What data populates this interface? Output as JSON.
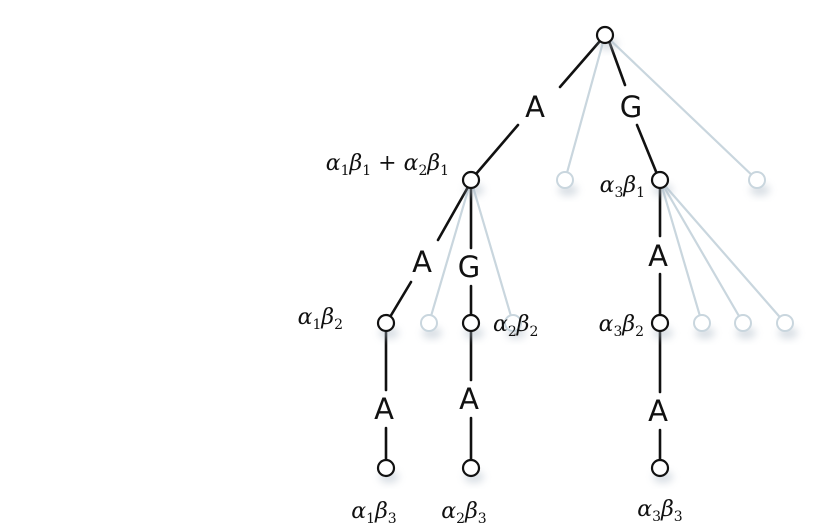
{
  "edge_labels": {
    "root_a": "A",
    "root_g": "G",
    "l1_a": "A",
    "l1_g": "G",
    "l2_left_a": "A",
    "l2_mid_a": "A",
    "right_l1_a": "A",
    "right_l2_a": "A"
  },
  "node_labels": {
    "n1": {
      "t1": "α",
      "s1": "1",
      "t2": "β",
      "s2": "1",
      "op": " + ",
      "t3": "α",
      "s3": "2",
      "t4": "β",
      "s4": "1"
    },
    "n_right1": {
      "t1": "α",
      "s1": "3",
      "t2": "β",
      "s2": "1"
    },
    "n_left2": {
      "t1": "α",
      "s1": "1",
      "t2": "β",
      "s2": "2"
    },
    "n_mid2": {
      "t1": "α",
      "s1": "2",
      "t2": "β",
      "s2": "2"
    },
    "n_right2": {
      "t1": "α",
      "s1": "3",
      "t2": "β",
      "s2": "2"
    },
    "n_left3": {
      "t1": "α",
      "s1": "1",
      "t2": "β",
      "s2": "3"
    },
    "n_mid3": {
      "t1": "α",
      "s1": "2",
      "t2": "β",
      "s2": "3"
    },
    "n_right3": {
      "t1": "α",
      "s1": "3",
      "t2": "β",
      "s2": "3"
    }
  },
  "colors": {
    "edge": "#111111",
    "ghost": "#c9d6de",
    "shadow": "#aab7c4"
  }
}
